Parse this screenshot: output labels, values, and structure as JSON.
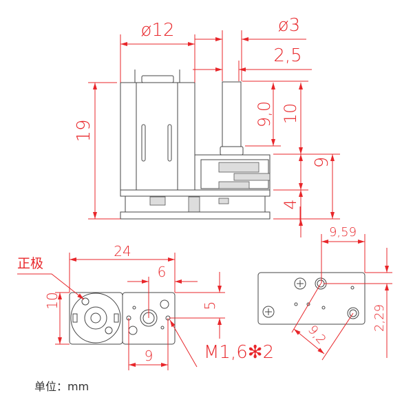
{
  "top_view": {
    "dim_motor_diameter": "ø12",
    "dim_shaft_diameter": "ø3",
    "dim_shaft_flat": "2,5",
    "dim_total_height": "19",
    "dim_shaft_flat_length": "9,0",
    "dim_shaft_length": "10",
    "dim_gearbox_height": "9",
    "dim_base_height": "4"
  },
  "bottom_left_view": {
    "label_positive": "正极",
    "dim_length": "24",
    "dim_shaft_offset": "6",
    "dim_width": "10",
    "dim_shaft_center": "5",
    "dim_hole_spacing": "9",
    "label_thread": "M1,6✻2"
  },
  "bottom_right_view": {
    "dim_hole_offset_x": "9,59",
    "dim_hole_offset_y": "2,29",
    "dim_hole_spacing": "9,2"
  },
  "footer": {
    "unit_label": "单位：mm"
  },
  "colors": {
    "dimension": "#e8262a",
    "outline": "#444444"
  }
}
